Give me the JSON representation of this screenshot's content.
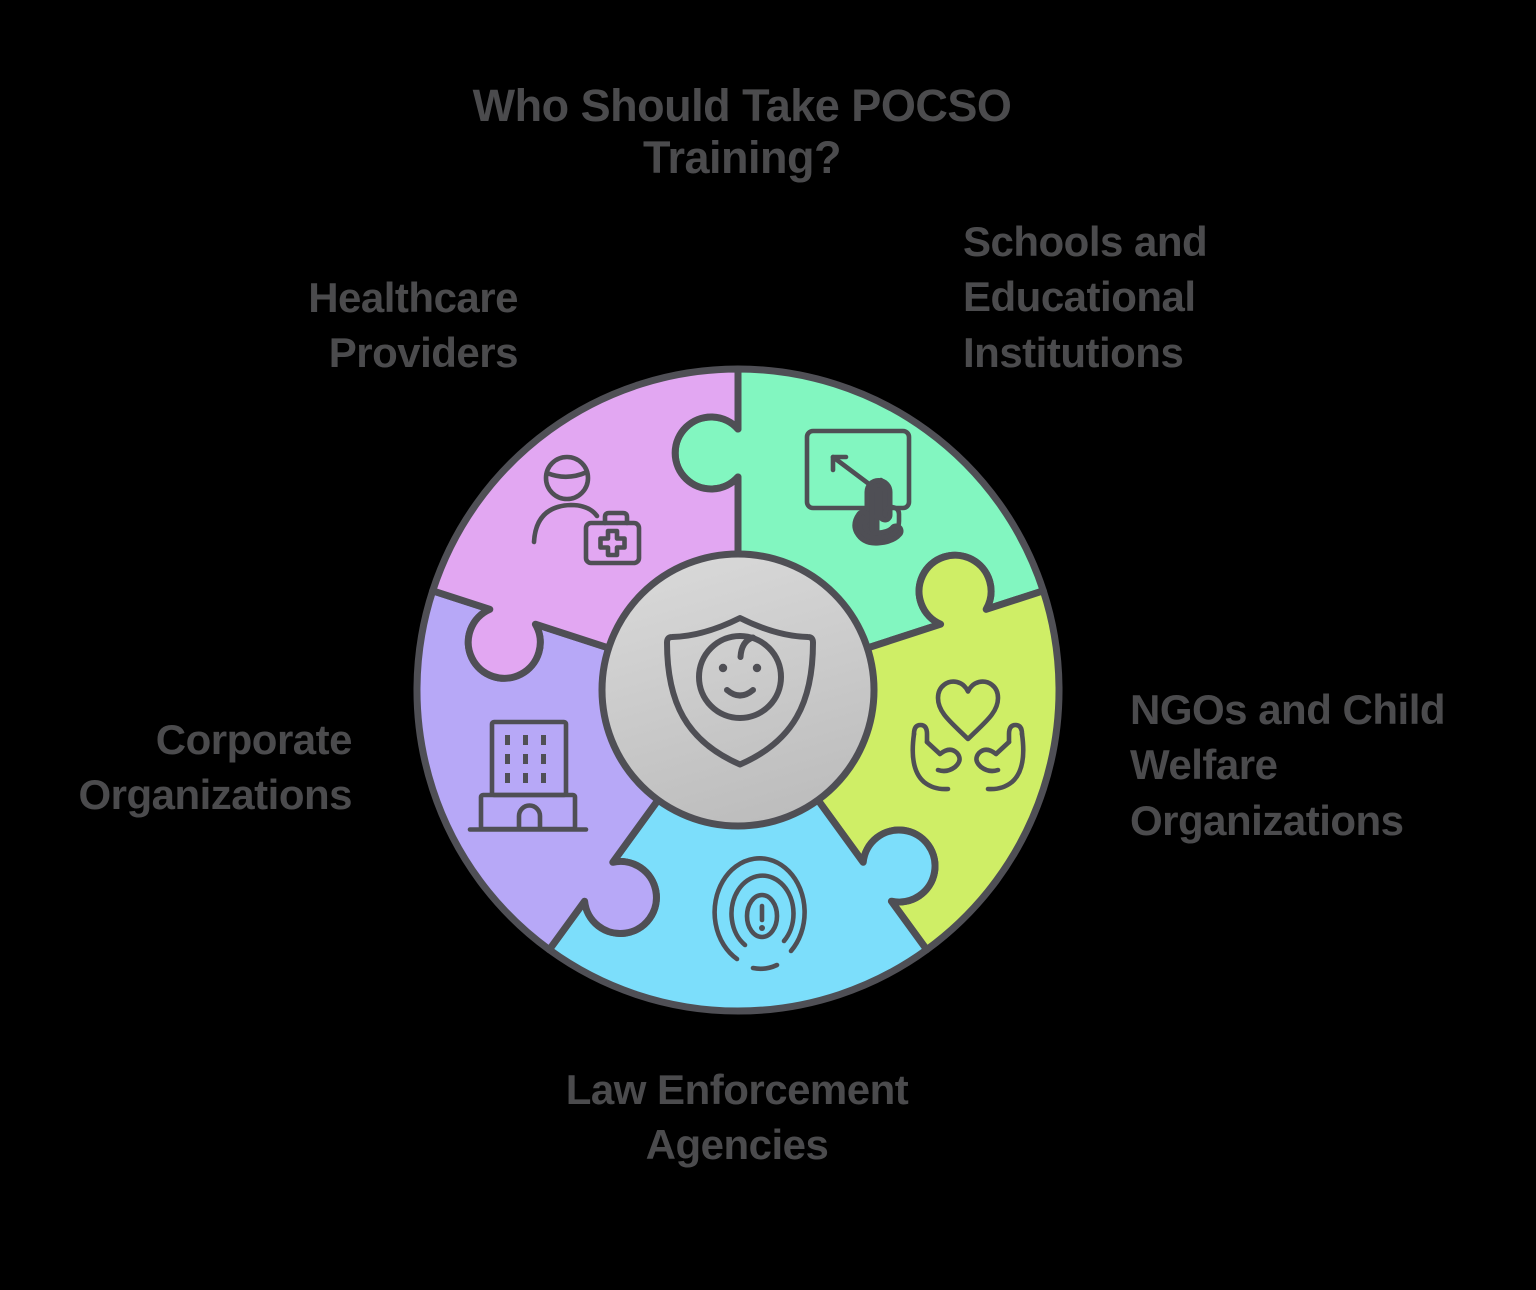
{
  "title": "Who Should Take POCSO Training?",
  "colors": {
    "background": "#000000",
    "outline": "#4f4f55",
    "text": "#4b4b4d",
    "center_fill_top": "#d8d8d8",
    "center_fill_bottom": "#bcbcbc"
  },
  "segments": [
    {
      "id": "schools",
      "label": "Schools and\nEducational\nInstitutions",
      "color": "#82f6c0",
      "icon": "screen-touch-icon"
    },
    {
      "id": "ngos",
      "label": "NGOs and Child\nWelfare\nOrganizations",
      "color": "#cfee66",
      "icon": "hands-heart-icon"
    },
    {
      "id": "law",
      "label": "Law Enforcement\nAgencies",
      "color": "#7cdefb",
      "icon": "fingerprint-icon"
    },
    {
      "id": "corporate",
      "label": "Corporate\nOrganizations",
      "color": "#b7a8f7",
      "icon": "building-icon"
    },
    {
      "id": "healthcare",
      "label": "Healthcare\nProviders",
      "color": "#e2a7f2",
      "icon": "doctor-first-aid-icon"
    }
  ],
  "center": {
    "icon": "shield-child-icon"
  }
}
